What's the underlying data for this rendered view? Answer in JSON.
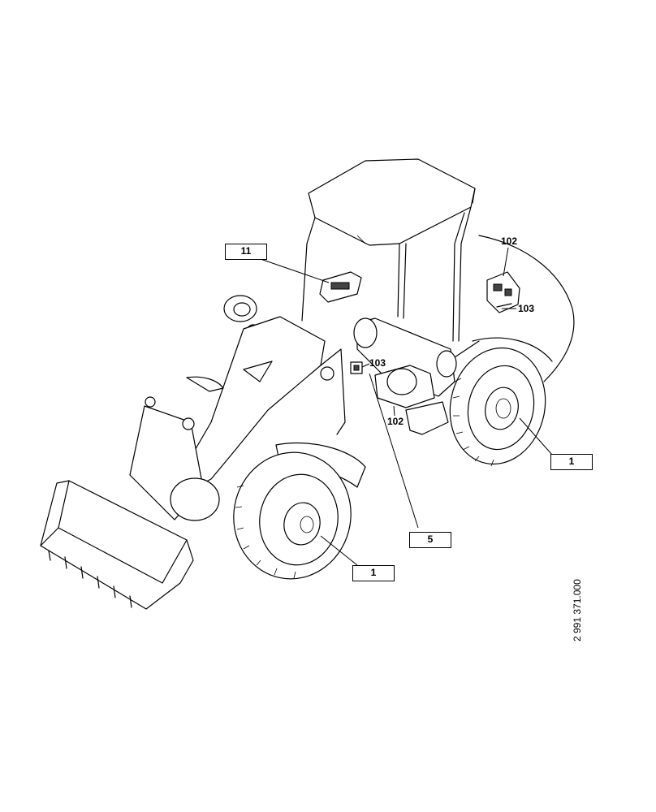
{
  "callouts": {
    "c11": "11",
    "c1_right": "1",
    "c5": "5",
    "c1_front": "1"
  },
  "labels": {
    "l102_top": "102",
    "l103_top": "103",
    "l103_mid": "103",
    "l102_mid": "102"
  },
  "doc_number": "2 991 371.000"
}
